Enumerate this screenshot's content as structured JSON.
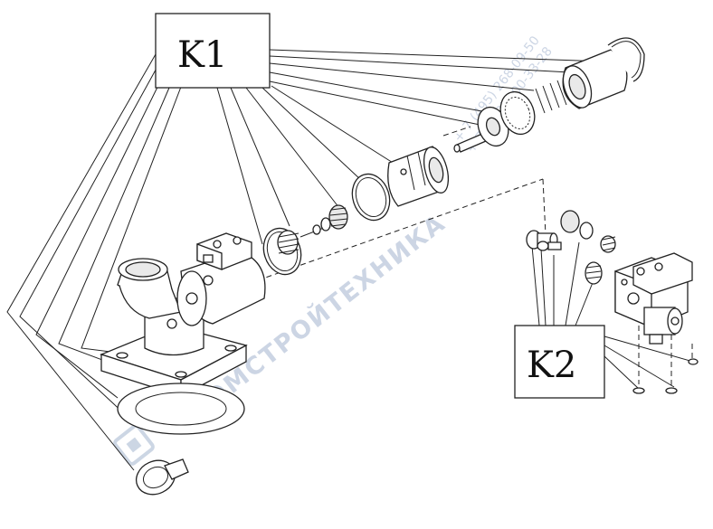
{
  "callouts": {
    "k1": "K1",
    "k2": "K2"
  },
  "watermark": {
    "company": "ПРОМСТРОЙТЕХНИКА",
    "phone_1": "+ 7 (495) 268-09-50",
    "phone_2": "+ 7 (980) 300-33-28"
  },
  "colors": {
    "line": "#222222",
    "watermark": "#8fa3c4",
    "background": "#ffffff"
  }
}
